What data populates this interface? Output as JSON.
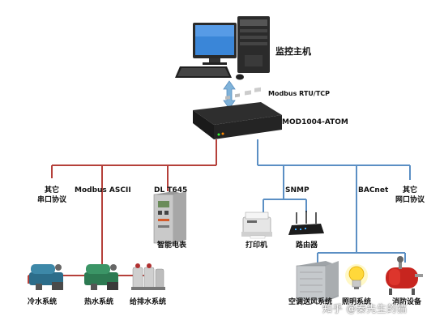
{
  "monitor_host": {
    "label": "监控主机"
  },
  "protocol_top": {
    "label": "Modbus RTU/TCP"
  },
  "gateway": {
    "label": "MOD1004-ATOM"
  },
  "branches": {
    "serial_other": {
      "line1": "其它",
      "line2": "串口协议"
    },
    "modbus_ascii": {
      "label": "Modbus  ASCII"
    },
    "dlt645": {
      "label": "DL  T645"
    },
    "snmp": {
      "label": "SNMP"
    },
    "bacnet": {
      "label": "BACnet"
    },
    "network_other": {
      "line1": "其它",
      "line2": "网口协议"
    }
  },
  "devices": {
    "smart_meter": "智能电表",
    "printer": "打印机",
    "router": "路由器",
    "chilled_water": "冷水系统",
    "hot_water": "热水系统",
    "water_supply_drain": "给排水系统",
    "hvac": "空调送风系统",
    "lighting": "照明系统",
    "fire": "消防设备"
  },
  "watermark": "知乎 @秦先生的猫",
  "colors": {
    "red_line": "#b5403a",
    "blue_line": "#5b8fc4",
    "arrow": "#7fb2d9"
  }
}
